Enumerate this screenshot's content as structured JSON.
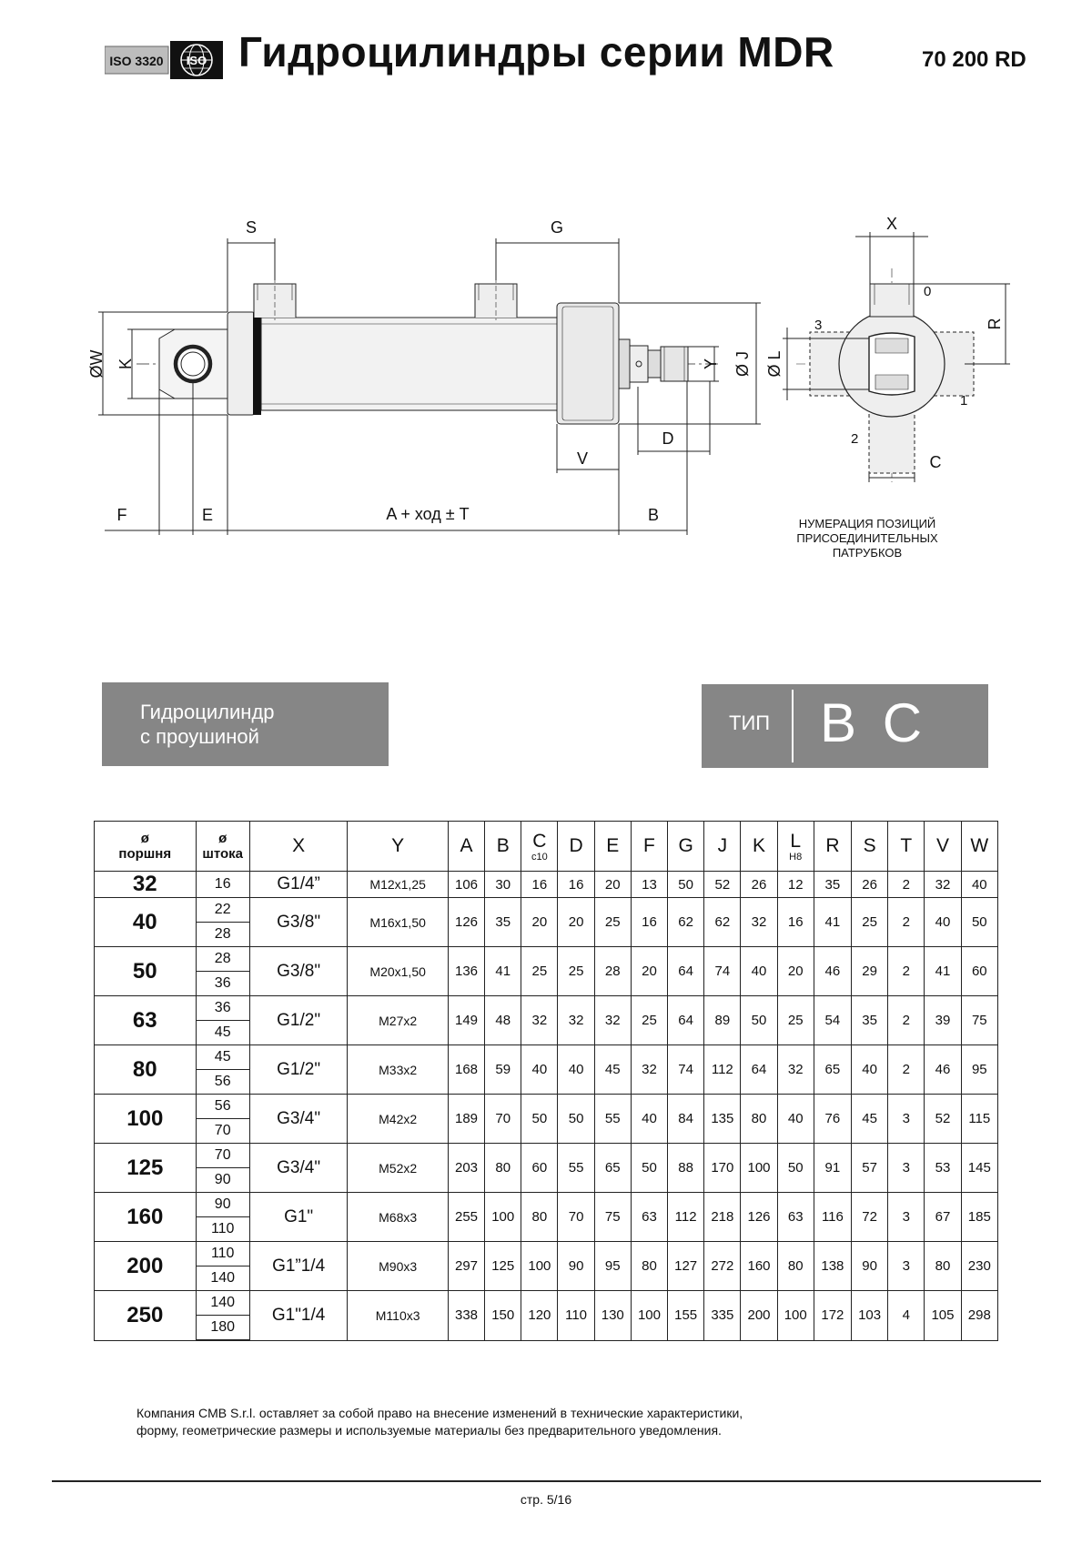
{
  "header": {
    "iso_badge": "ISO 3320",
    "iso_logo_text": "ISO",
    "title": "Гидроцилиндры серии MDR",
    "code": "70 200 RD"
  },
  "drawing": {
    "dim_S": "S",
    "dim_G": "G",
    "dim_W": "ØW",
    "dim_K": "K",
    "dim_Y": "Y",
    "dim_J": "Ø J",
    "dim_D": "D",
    "dim_V": "V",
    "dim_F": "F",
    "dim_E": "E",
    "dim_A": "A +  ход   ± T",
    "dim_B": "B",
    "dim_X": "X",
    "dim_R": "R",
    "dim_L": "Ø L",
    "dim_C": "C",
    "port_0": "0",
    "port_1": "1",
    "port_2": "2",
    "port_3": "3",
    "ports_caption": [
      "НУМЕРАЦИЯ ПОЗИЦИЙ",
      "ПРИСОЕДИНИТЕЛЬНЫХ",
      "ПАТРУБКОВ"
    ]
  },
  "description": {
    "line1": "Гидроцилиндр",
    "line2": "с проушиной"
  },
  "type_box": {
    "label": "ТИП",
    "value": "B C"
  },
  "table": {
    "headers": {
      "piston": [
        "ø",
        "поршня"
      ],
      "rod": [
        "ø",
        "штока"
      ],
      "X": "X",
      "Y": "Y",
      "A": "A",
      "B": "B",
      "C": "C",
      "C_sub": "c10",
      "D": "D",
      "E": "E",
      "F": "F",
      "G": "G",
      "J": "J",
      "K": "K",
      "L": "L",
      "L_sub": "H8",
      "R": "R",
      "S": "S",
      "T": "T",
      "V": "V",
      "W": "W"
    },
    "rows": [
      {
        "piston": "32",
        "rods": [
          "16"
        ],
        "X": "G1/4”",
        "Y": "M12x1,25",
        "A": "106",
        "B": "30",
        "C": "16",
        "D": "16",
        "E": "20",
        "F": "13",
        "G": "50",
        "J": "52",
        "K": "26",
        "L": "12",
        "R": "35",
        "S": "26",
        "T": "2",
        "V": "32",
        "W": "40"
      },
      {
        "piston": "40",
        "rods": [
          "22",
          "28"
        ],
        "X": "G3/8\"",
        "Y": "M16x1,50",
        "A": "126",
        "B": "35",
        "C": "20",
        "D": "20",
        "E": "25",
        "F": "16",
        "G": "62",
        "J": "62",
        "K": "32",
        "L": "16",
        "R": "41",
        "S": "25",
        "T": "2",
        "V": "40",
        "W": "50"
      },
      {
        "piston": "50",
        "rods": [
          "28",
          "36"
        ],
        "X": "G3/8\"",
        "Y": "M20x1,50",
        "A": "136",
        "B": "41",
        "C": "25",
        "D": "25",
        "E": "28",
        "F": "20",
        "G": "64",
        "J": "74",
        "K": "40",
        "L": "20",
        "R": "46",
        "S": "29",
        "T": "2",
        "V": "41",
        "W": "60"
      },
      {
        "piston": "63",
        "rods": [
          "36",
          "45"
        ],
        "X": "G1/2\"",
        "Y": "M27x2",
        "A": "149",
        "B": "48",
        "C": "32",
        "D": "32",
        "E": "32",
        "F": "25",
        "G": "64",
        "J": "89",
        "K": "50",
        "L": "25",
        "R": "54",
        "S": "35",
        "T": "2",
        "V": "39",
        "W": "75"
      },
      {
        "piston": "80",
        "rods": [
          "45",
          "56"
        ],
        "X": "G1/2\"",
        "Y": "M33x2",
        "A": "168",
        "B": "59",
        "C": "40",
        "D": "40",
        "E": "45",
        "F": "32",
        "G": "74",
        "J": "112",
        "K": "64",
        "L": "32",
        "R": "65",
        "S": "40",
        "T": "2",
        "V": "46",
        "W": "95"
      },
      {
        "piston": "100",
        "rods": [
          "56",
          "70"
        ],
        "X": "G3/4\"",
        "Y": "M42x2",
        "A": "189",
        "B": "70",
        "C": "50",
        "D": "50",
        "E": "55",
        "F": "40",
        "G": "84",
        "J": "135",
        "K": "80",
        "L": "40",
        "R": "76",
        "S": "45",
        "T": "3",
        "V": "52",
        "W": "115"
      },
      {
        "piston": "125",
        "rods": [
          "70",
          "90"
        ],
        "X": "G3/4\"",
        "Y": "M52x2",
        "A": "203",
        "B": "80",
        "C": "60",
        "D": "55",
        "E": "65",
        "F": "50",
        "G": "88",
        "J": "170",
        "K": "100",
        "L": "50",
        "R": "91",
        "S": "57",
        "T": "3",
        "V": "53",
        "W": "145"
      },
      {
        "piston": "160",
        "rods": [
          "90",
          "110"
        ],
        "X": "G1\"",
        "Y": "M68x3",
        "A": "255",
        "B": "100",
        "C": "80",
        "D": "70",
        "E": "75",
        "F": "63",
        "G": "112",
        "J": "218",
        "K": "126",
        "L": "63",
        "R": "116",
        "S": "72",
        "T": "3",
        "V": "67",
        "W": "185"
      },
      {
        "piston": "200",
        "rods": [
          "110",
          "140"
        ],
        "X": "G1”1/4",
        "Y": "M90x3",
        "A": "297",
        "B": "125",
        "C": "100",
        "D": "90",
        "E": "95",
        "F": "80",
        "G": "127",
        "J": "272",
        "K": "160",
        "L": "80",
        "R": "138",
        "S": "90",
        "T": "3",
        "V": "80",
        "W": "230"
      },
      {
        "piston": "250",
        "rods": [
          "140",
          "180"
        ],
        "X": "G1\"1/4",
        "Y": "M110x3",
        "A": "338",
        "B": "150",
        "C": "120",
        "D": "110",
        "E": "130",
        "F": "100",
        "G": "155",
        "J": "335",
        "K": "200",
        "L": "100",
        "R": "172",
        "S": "103",
        "T": "4",
        "V": "105",
        "W": "298"
      }
    ]
  },
  "disclaimer": [
    "Компания CMB S.r.l. оставляет за собой право на внесение изменений в технические характеристики,",
    "форму, геометрические размеры и используемые материалы без предварительного уведомления."
  ],
  "page": "стр. 5/16",
  "colors": {
    "box_gray": "#868686",
    "line": "#222222"
  }
}
